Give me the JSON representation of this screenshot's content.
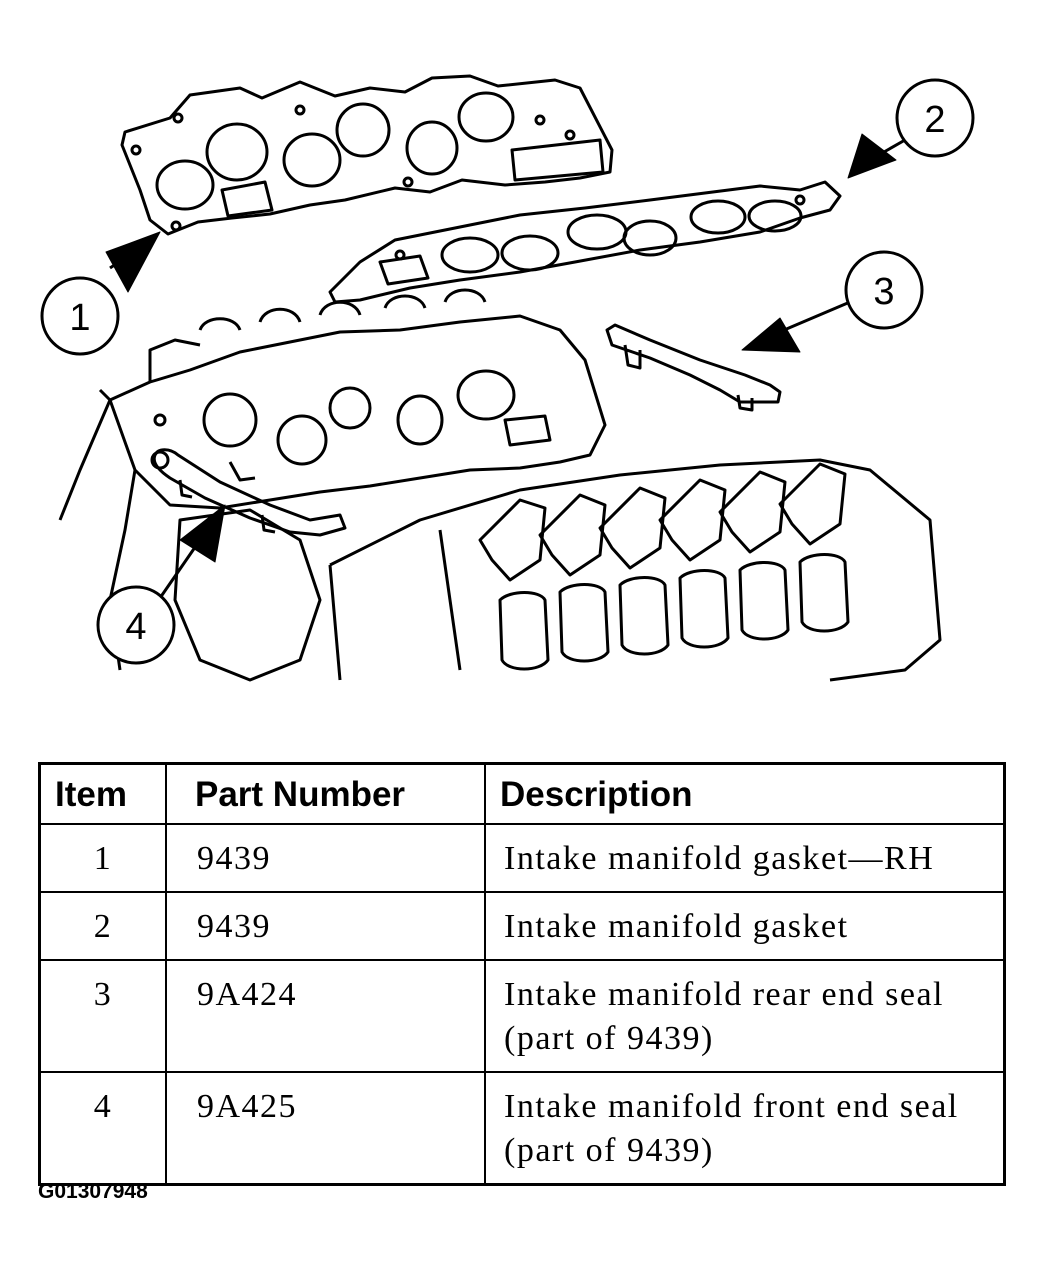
{
  "callouts": [
    "1",
    "2",
    "3",
    "4"
  ],
  "table": {
    "headers": {
      "item": "Item",
      "part_number": "Part Number",
      "description": "Description"
    },
    "rows": [
      {
        "item": "1",
        "part_number": "9439",
        "description": [
          "Intake manifold gasket—RH"
        ]
      },
      {
        "item": "2",
        "part_number": "9439",
        "description": [
          "Intake manifold gasket"
        ]
      },
      {
        "item": "3",
        "part_number": "9A424",
        "description": [
          "Intake manifold rear end seal",
          "(part of 9439)"
        ]
      },
      {
        "item": "4",
        "part_number": "9A425",
        "description": [
          "Intake manifold front end seal",
          "(part of 9439)"
        ]
      }
    ]
  },
  "figure_code": "G01307948"
}
